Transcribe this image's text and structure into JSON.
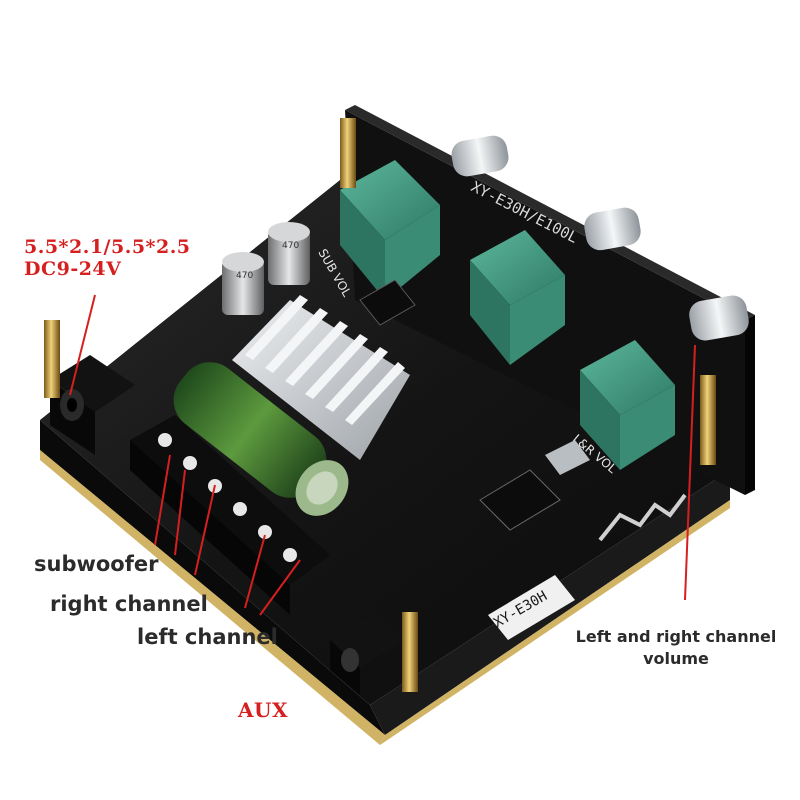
{
  "labels": {
    "power_line1": "5.5*2.1/5.5*2.5",
    "power_line2": "DC9-24V",
    "subwoofer": "subwoofer",
    "right_channel": "right channel",
    "left_channel": "left channel",
    "aux": "AUX",
    "lr_volume_line1": "Left and right channel",
    "lr_volume_line2": "volume"
  },
  "silkscreen": {
    "model_top": "XY-E30H/E100L",
    "model_bottom": "XY-E30H",
    "sub_vol": "SUB VOL",
    "lr_vol": "L&R VOL",
    "cap_a": "470",
    "cap_b": "470"
  },
  "colors": {
    "pcb": "#151515",
    "pot": "#3f9a82",
    "callout": "#d61f1f",
    "heatsink": "#c9cdd1",
    "big_cap": "#2f6b2a"
  }
}
